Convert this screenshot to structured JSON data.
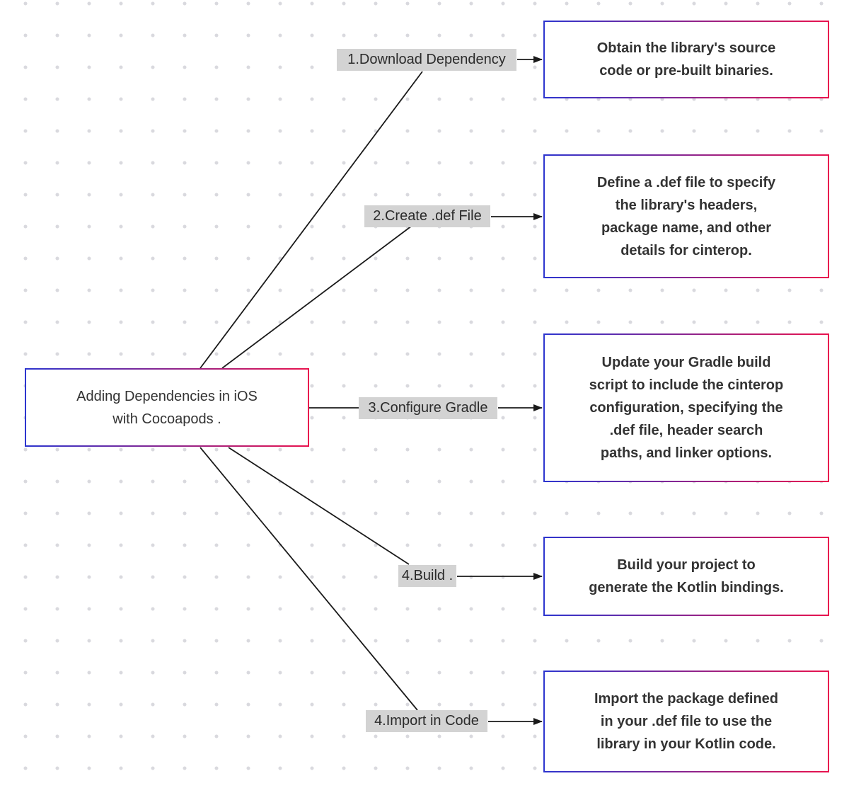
{
  "diagram": {
    "root": {
      "label": "Adding Dependencies in iOS\nwith Cocoapods ."
    },
    "steps": [
      {
        "label": "1.Download Dependency",
        "description": "Obtain the library's source\ncode or pre-built binaries."
      },
      {
        "label": "2.Create .def File",
        "description": "Define a .def file to specify\nthe library's headers,\npackage name, and other\ndetails for cinterop."
      },
      {
        "label": "3.Configure Gradle",
        "description": "Update your Gradle build\nscript to include the cinterop\nconfiguration, specifying the\n.def file, header search\npaths, and linker options."
      },
      {
        "label": "4.Build .",
        "description": "Build your project to\ngenerate the Kotlin bindings."
      },
      {
        "label": "4.Import in Code",
        "description": "Import the package defined\nin your .def file to use the\nlibrary in your Kotlin code."
      }
    ],
    "colors": {
      "border_gradient_start": "#2d35cf",
      "border_gradient_end": "#e9134e",
      "step_label_background": "#d3d3d3",
      "text": "#333333",
      "edge_line": "#1a1a1a",
      "grid_dot": "#d9d9de"
    }
  }
}
